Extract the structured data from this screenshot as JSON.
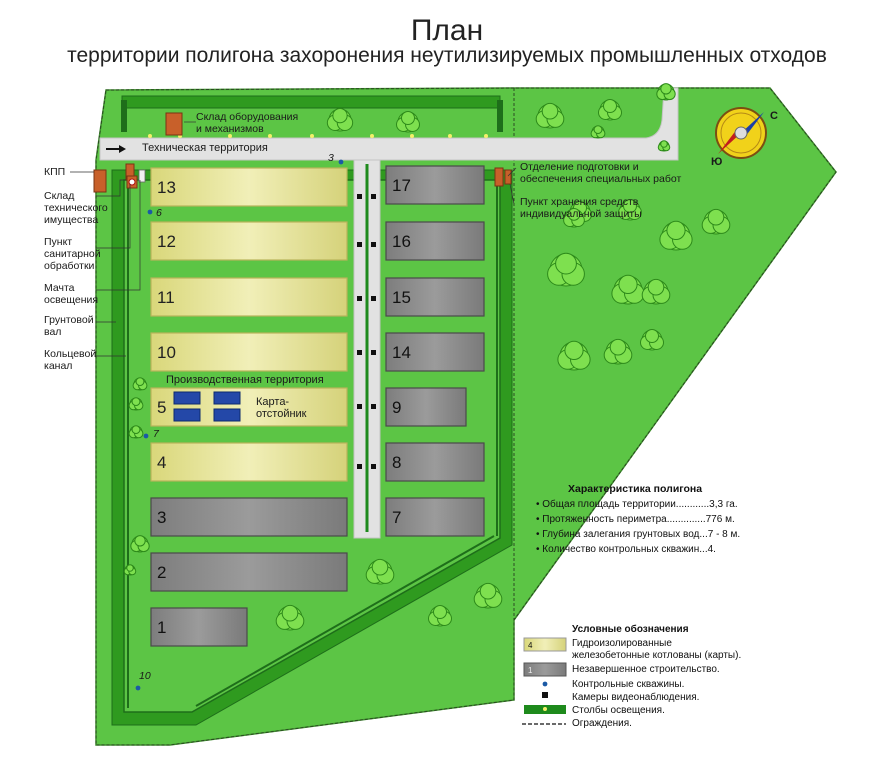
{
  "title": "План",
  "subtitle": "территории полигона захоронения неутилизируемых промышленных отходов",
  "zones": {
    "technical": "Техническая территория",
    "production": "Производственная территория",
    "settling_map": "Карта-\nотстойник"
  },
  "labels": {
    "kpp": "КПП",
    "tech_storage": "Склад\nтехнического\nимущества",
    "sanitary": "Пункт\nсанитарной\nобработки",
    "light_mast": "Мачта\nосвещения",
    "earth_bank": "Грунтовой\nвал",
    "ring_canal": "Кольцевой\nканал",
    "equipment_storage": "Склад оборудования\nи механизмов",
    "prep_department": "Отделение подготовки и\nобеспечения специальных работ",
    "ppe_storage": "Пункт хранения средств\nиндивидуальной защиты"
  },
  "wells": [
    "3",
    "6",
    "7",
    "10"
  ],
  "compass": {
    "north": "С",
    "south": "Ю"
  },
  "pits": [
    {
      "num": "13",
      "type": "sealed"
    },
    {
      "num": "12",
      "type": "sealed"
    },
    {
      "num": "11",
      "type": "sealed"
    },
    {
      "num": "10",
      "type": "sealed"
    },
    {
      "num": "5",
      "type": "sealed"
    },
    {
      "num": "4",
      "type": "sealed"
    },
    {
      "num": "3",
      "type": "unfinished"
    },
    {
      "num": "2",
      "type": "unfinished"
    },
    {
      "num": "1",
      "type": "unfinished"
    },
    {
      "num": "17",
      "type": "unfinished"
    },
    {
      "num": "16",
      "type": "unfinished"
    },
    {
      "num": "15",
      "type": "unfinished"
    },
    {
      "num": "14",
      "type": "unfinished"
    },
    {
      "num": "9",
      "type": "unfinished"
    },
    {
      "num": "8",
      "type": "unfinished"
    },
    {
      "num": "7",
      "type": "unfinished"
    }
  ],
  "characteristics": {
    "heading": "Характеристика полигона",
    "items": [
      "Общая площадь территории............3,3 га.",
      "Протяженность периметра..............776 м.",
      "Глубина залегания грунтовых вод...7 - 8 м.",
      "Количество контрольных скважин...4."
    ]
  },
  "legend": {
    "heading": "Условные обозначения",
    "sealed_swatch": "4",
    "sealed": "Гидроизолированные\nжелезобетонные котлованы (карты).",
    "unfinished_swatch": "1",
    "unfinished": "Незавершенное строительство.",
    "wells": "Контрольные скважины.",
    "cameras": "Камеры видеонаблюдения.",
    "light_poles": "Столбы освещения.",
    "fence": "Ограждения."
  },
  "colors": {
    "grass": "#5cc545",
    "grass_dark": "#2f9a1f",
    "bank_dark": "#1e6e1a",
    "road": "#e2e2e2",
    "sealed_pit": "#e7e39a",
    "unfinished_pit": "#8b8b8b",
    "building": "#c8602a"
  }
}
